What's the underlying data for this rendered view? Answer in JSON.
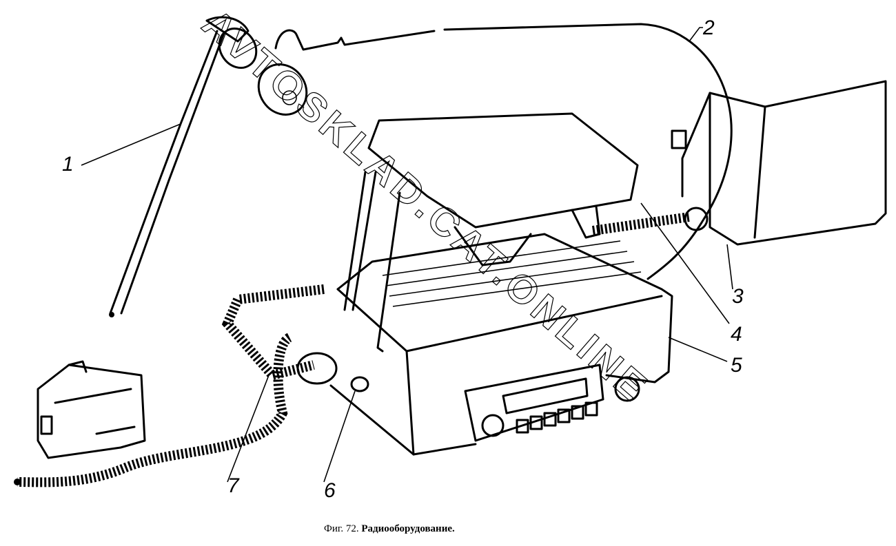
{
  "figure": {
    "caption_number": "Фиг. 72.",
    "caption_title": "Радиооборудование.",
    "watermark": "AVTOSKLAD.CAT.ONLINE",
    "labels": [
      "1",
      "2",
      "3",
      "4",
      "5",
      "6",
      "7"
    ]
  }
}
